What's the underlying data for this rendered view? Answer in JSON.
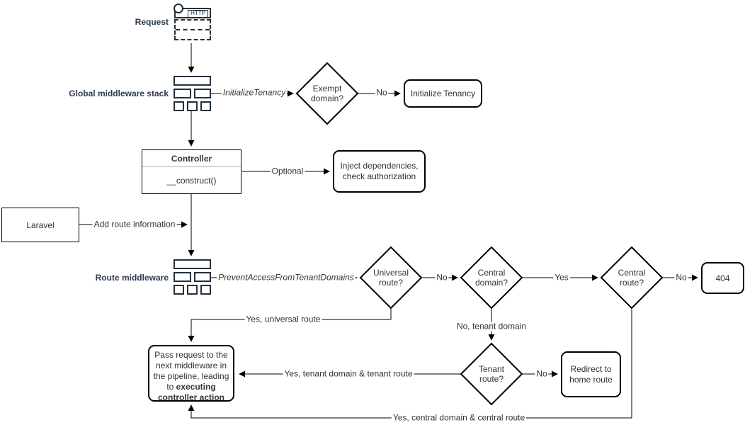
{
  "diagram": {
    "side_labels": {
      "request": "Request",
      "global_middleware": "Global middleware stack",
      "route_middleware": "Route middleware"
    },
    "icons": {
      "http": "HTTP"
    },
    "nodes": {
      "exempt_domain": "Exempt\ndomain?",
      "initialize_tenancy": "Initialize Tenancy",
      "controller_title": "Controller",
      "controller_method": "__construct()",
      "inject_dependencies": "Inject dependencies,\ncheck authorization",
      "laravel": "Laravel",
      "universal_route": "Universal\nroute?",
      "central_domain": "Central\ndomain?",
      "central_route": "Central\nroute?",
      "not_found": "404",
      "tenant_route": "Tenant\nroute?",
      "redirect_home": "Redirect to\nhome route",
      "pass_request_normal": "Pass request to the next middleware in the pipeline, leading to ",
      "pass_request_bold": "executing controller action"
    },
    "edge_labels": {
      "initialize_tenancy_middleware": "InitializeTenancy",
      "no_exempt": "No",
      "optional": "Optional",
      "add_route_information": "Add route information",
      "prevent_access": "PreventAccessFromTenantDomains",
      "no_universal": "No",
      "yes_central_domain": "Yes",
      "no_central_route": "No",
      "yes_universal_route": "Yes, universal route",
      "no_tenant_domain": "No, tenant domain",
      "no_tenant_route": "No",
      "yes_tenant_route": "Yes, tenant domain & tenant route",
      "yes_central_route": "Yes, central domain & central route"
    },
    "colors": {
      "accent_navy": "#2d3b4e",
      "icon_stroke": "#24303c",
      "line": "#000000",
      "text": "#333333"
    }
  }
}
